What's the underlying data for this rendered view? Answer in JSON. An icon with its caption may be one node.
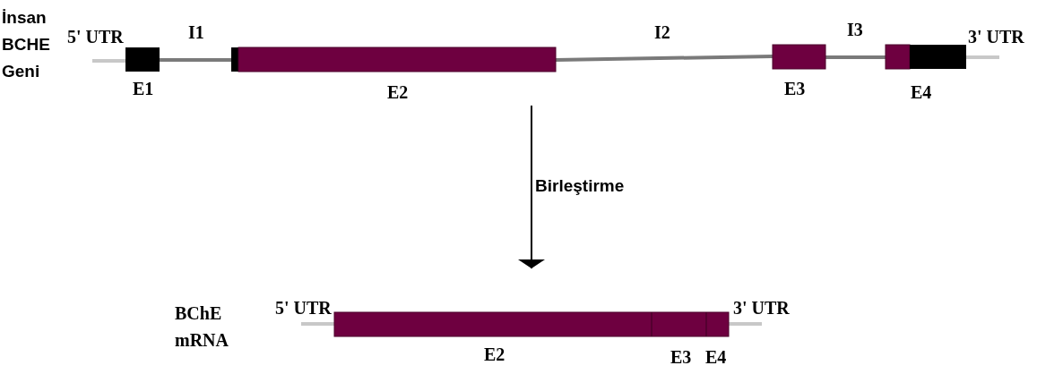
{
  "diagram": {
    "nodes": [
      {
        "text": [
          "İnsan BCHE Geni"
        ]
      },
      {
        "text": [
          "BChE mRNA"
        ]
      }
    ],
    "edges": [
      {
        "from": 0,
        "to": 1,
        "arrow": "to",
        "label": "Birleştirme"
      }
    ],
    "labels": [
      "5' UTR",
      "I1",
      "I2",
      "I3",
      "3' UTR",
      "E1",
      "E2",
      "E3",
      "E4",
      "5' UTR",
      "3' UTR",
      "E2",
      "E3",
      "E4"
    ]
  }
}
